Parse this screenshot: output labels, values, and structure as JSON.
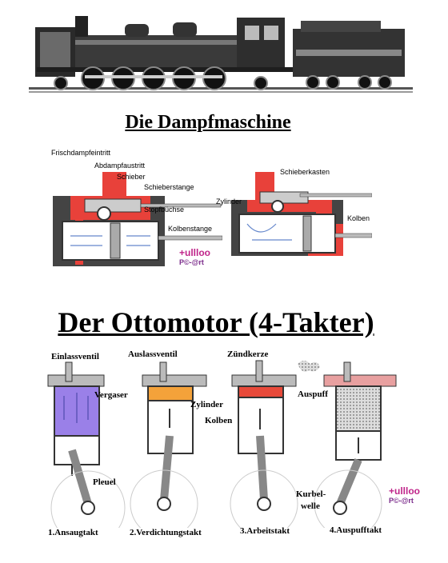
{
  "steam_title": "Die Dampfmaschine",
  "otto_title": "Der Ottomotor (4-Takter)",
  "steam_labels": {
    "frischdampf": "Frischdampfeintritt",
    "abdampf": "Abdampfaustritt",
    "schieber": "Schieber",
    "schieberstange": "Schieberstange",
    "stopfbuechse": "Stopfbüchse",
    "kolbenstange": "Kolbenstange",
    "schieberkasten": "Schieberkasten",
    "zylinder": "Zylinder",
    "kolben": "Kolben"
  },
  "otto_labels": {
    "einlassventil": "Einlassventil",
    "auslassventil": "Auslassventil",
    "zuendkerze": "Zündkerze",
    "vergaser": "Vergaser",
    "zylinder": "Zylinder",
    "kolben": "Kolben",
    "auspuff": "Auspuff",
    "pleuel": "Pleuel",
    "kurbelwelle_1": "Kurbel-",
    "kurbelwelle_2": "welle"
  },
  "strokes": [
    "1.Ansaugtakt",
    "2.Verdichtungstakt",
    "3.Arbeitstakt",
    "4.Auspufftakt"
  ],
  "logo": {
    "top": "+ullloo",
    "bottom": "P©-@rt"
  },
  "colors": {
    "steam_red": "#e8413a",
    "intake_purple": "#9a80e8",
    "compress_orange": "#f4a23a",
    "work_red": "#e84a3a",
    "exhaust_pink": "#e8a0a0"
  }
}
